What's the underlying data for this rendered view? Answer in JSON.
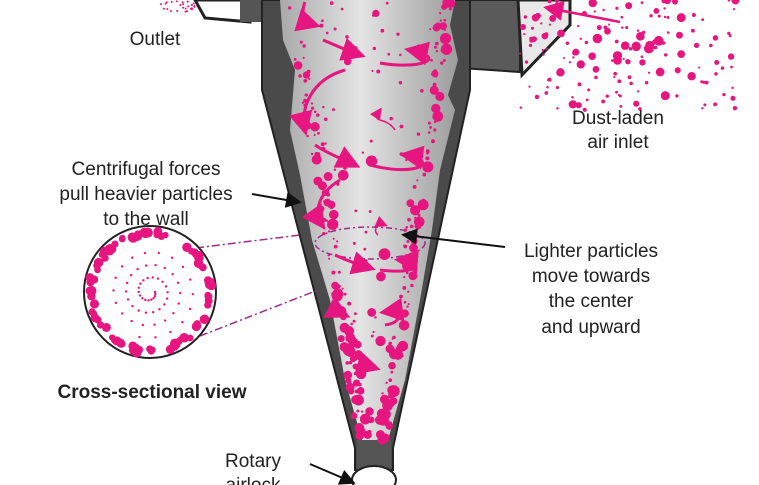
{
  "labels": {
    "outlet": "Outlet",
    "inlet_line1": "Dust-laden",
    "inlet_line2": "air inlet",
    "centrifugal_line1": "Centrifugal forces",
    "centrifugal_line2": "pull heavier particles",
    "centrifugal_line3": "to the wall",
    "cross_section": "Cross-sectional view",
    "lighter_line1": "Lighter particles",
    "lighter_line2": "move towards",
    "lighter_line3": "the center",
    "lighter_line4": "and upward",
    "airlock_line1": "Rotary",
    "airlock_line2": "airlock"
  },
  "colors": {
    "particle": "#e6157f",
    "shell": "#4a4a4a",
    "interior": "#cfcfcf"
  }
}
